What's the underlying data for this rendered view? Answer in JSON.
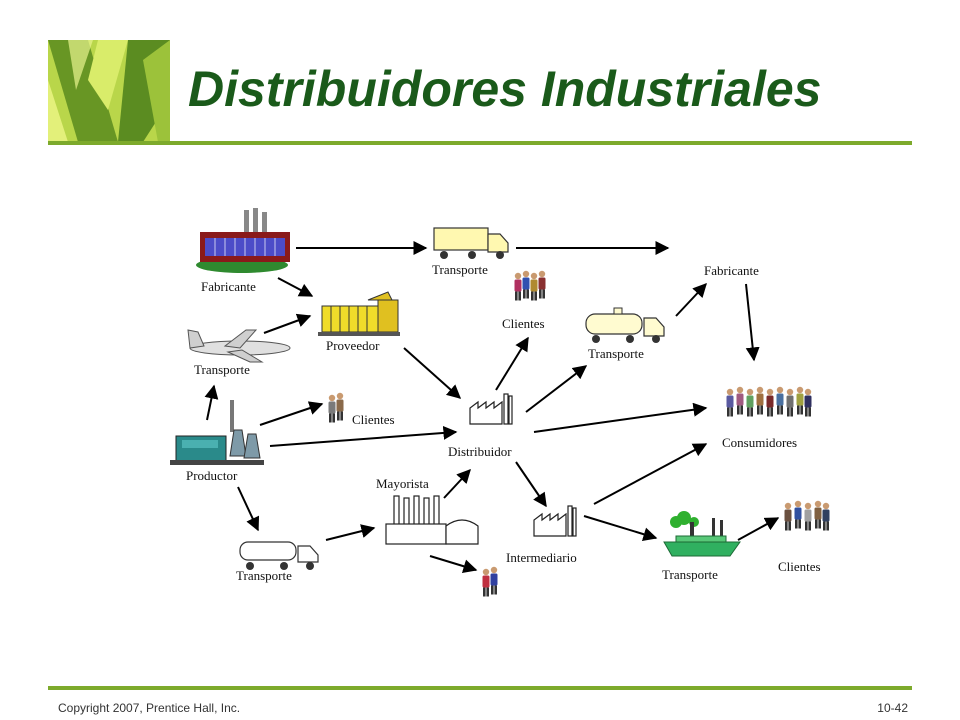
{
  "slide": {
    "title": "Distribuidores Industriales",
    "footer_left": "Copyright 2007, Prentice Hall, Inc.",
    "footer_right": "10-42",
    "accent_color": "#7daa2c",
    "title_color": "#1a5a1a"
  },
  "diagram": {
    "labels": {
      "fabricante_left": "Fabricante",
      "transporte_top": "Transporte",
      "proveedor": "Proveedor",
      "clientes_top": "Clientes",
      "transporte_tanker_top": "Transporte",
      "fabricante_right": "Fabricante",
      "transporte_plane": "Transporte",
      "clientes_mid": "Clientes",
      "distribuidor": "Distribuidor",
      "consumidores": "Consumidores",
      "productor": "Productor",
      "mayorista": "Mayorista",
      "intermediario": "Intermediario",
      "transporte_bottom_left": "Transporte",
      "transporte_ship": "Transporte",
      "clientes_bottom": "Clientes"
    }
  }
}
